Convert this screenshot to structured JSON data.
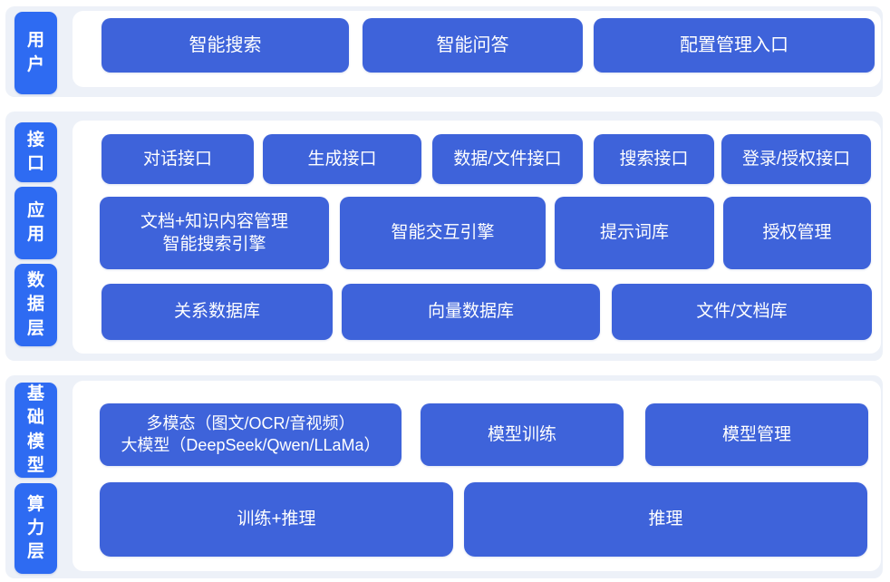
{
  "colors": {
    "page_bg": "#ffffff",
    "band_bg": "#edf1f8",
    "panel_bg": "#ffffff",
    "label_blue": "#2e6bf2",
    "box_blue": "#3e63da",
    "text": "#ffffff"
  },
  "sections": [
    {
      "labels": [
        {
          "text": "用户"
        }
      ],
      "rows": [
        {
          "boxes": [
            {
              "label": "智能搜索"
            },
            {
              "label": "智能问答"
            },
            {
              "label": "配置管理入口"
            }
          ]
        }
      ]
    },
    {
      "labels": [
        {
          "text": "接口"
        },
        {
          "text": "应用"
        },
        {
          "text": "数据层"
        }
      ],
      "rows": [
        {
          "boxes": [
            {
              "label": "对话接口"
            },
            {
              "label": "生成接口"
            },
            {
              "label": "数据/文件接口"
            },
            {
              "label": "搜索接口"
            },
            {
              "label": "登录/授权接口"
            }
          ]
        },
        {
          "boxes": [
            {
              "lines": [
                "文档+知识内容管理",
                "智能搜索引擎"
              ]
            },
            {
              "label": "智能交互引擎"
            },
            {
              "label": "提示词库"
            },
            {
              "label": "授权管理"
            }
          ]
        },
        {
          "boxes": [
            {
              "label": "关系数据库"
            },
            {
              "label": "向量数据库"
            },
            {
              "label": "文件/文档库"
            }
          ]
        }
      ]
    },
    {
      "labels": [
        {
          "text": "基础模型"
        },
        {
          "text": "算力层"
        }
      ],
      "rows": [
        {
          "boxes": [
            {
              "lines": [
                "多模态（图文/OCR/音视频）",
                "大模型（DeepSeek/Qwen/LLaMa）"
              ]
            },
            {
              "label": "模型训练"
            },
            {
              "label": "模型管理"
            }
          ]
        },
        {
          "boxes": [
            {
              "label": "训练+推理"
            },
            {
              "label": "推理"
            }
          ]
        }
      ]
    }
  ]
}
